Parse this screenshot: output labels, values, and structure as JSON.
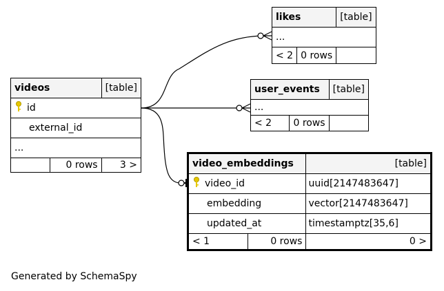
{
  "tables": {
    "likes": {
      "name": "likes",
      "type": "[table]",
      "ellipsis": "...",
      "prev": "< 2",
      "rows": "0 rows",
      "next": ""
    },
    "user_events": {
      "name": "user_events",
      "type": "[table]",
      "ellipsis": "...",
      "prev": "< 2",
      "rows": "0 rows",
      "next": ""
    },
    "videos": {
      "name": "videos",
      "type": "[table]",
      "columns": [
        "id",
        "external_id"
      ],
      "ellipsis": "...",
      "prev": "",
      "rows": "0 rows",
      "next": "3 >"
    },
    "video_embeddings": {
      "name": "video_embeddings",
      "type": "[table]",
      "columns": [
        {
          "name": "video_id",
          "type": "uuid[2147483647]"
        },
        {
          "name": "embedding",
          "type": "vector[2147483647]"
        },
        {
          "name": "updated_at",
          "type": "timestamptz[35,6]"
        }
      ],
      "prev": "< 1",
      "rows": "0 rows",
      "next": "0 >"
    }
  },
  "footer": "Generated by SchemaSpy",
  "colors": {
    "key_icon": "#e6c800",
    "header_bg": "#f4f4f4"
  }
}
